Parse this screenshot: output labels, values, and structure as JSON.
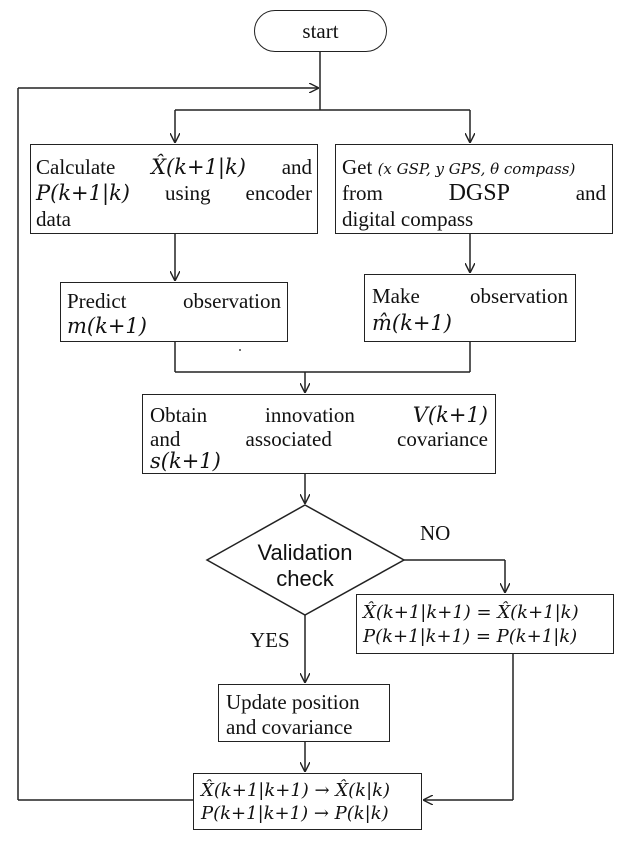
{
  "start": "start",
  "box1": {
    "line1_prefix": "Calculate",
    "line1_math": "X̂(k+1|k)",
    "line1_suffix": "and",
    "line2_math": "P(k+1|k)",
    "line2_text": "using encoder",
    "line3": "data"
  },
  "box2": {
    "line1_prefix": "Get",
    "line1_math": "(x GSP, y GPS, θ compass)",
    "line2_a": "from",
    "line2_b": "DGSP",
    "line2_c": "and",
    "line3": "digital compass"
  },
  "predict": {
    "line1": "Predict observation",
    "line2_math": "m(k+1)"
  },
  "make": {
    "line1": "Make observation",
    "line2_math": "m̂(k+1)"
  },
  "innovation": {
    "line1_a": "Obtain",
    "line1_b": "innovation",
    "line1_math": "V(k+1)",
    "line2": "and associated covariance",
    "line3_math": "s(k+1)"
  },
  "decision": {
    "line1": "Validation",
    "line2": "check"
  },
  "no_label": "NO",
  "yes_label": "YES",
  "assign": {
    "line1": "X̂(k+1|k+1) = X̂(k+1|k)",
    "line2": "P(k+1|k+1) = P(k+1|k)"
  },
  "update": {
    "line1": "Update position",
    "line2": "and covariance"
  },
  "final": {
    "line1": "X̂(k+1|k+1) → X̂(k|k)",
    "line2": "P(k+1|k+1) → P(k|k)"
  }
}
